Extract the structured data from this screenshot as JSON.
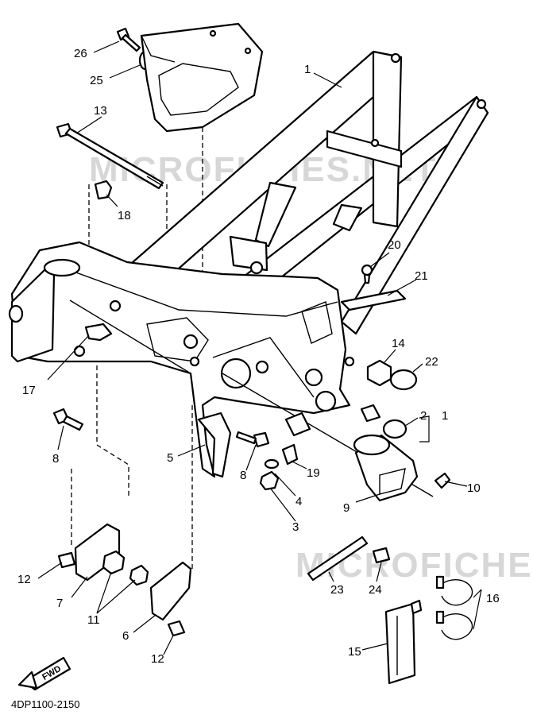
{
  "watermark": "MICROFICHES.NET",
  "diagram_code": "4DP1100-2150",
  "fwd_label": "FWD",
  "callouts": {
    "c1": "1",
    "c1b": "1",
    "c2": "2",
    "c3": "3",
    "c4": "4",
    "c5": "5",
    "c6": "6",
    "c7": "7",
    "c8a": "8",
    "c8b": "8",
    "c9": "9",
    "c10": "10",
    "c11": "11",
    "c12a": "12",
    "c12b": "12",
    "c13": "13",
    "c14": "14",
    "c15": "15",
    "c16": "16",
    "c17": "17",
    "c18": "18",
    "c19": "19",
    "c20": "20",
    "c21": "21",
    "c22": "22",
    "c23": "23",
    "c24": "24",
    "c25": "25",
    "c26": "26"
  }
}
